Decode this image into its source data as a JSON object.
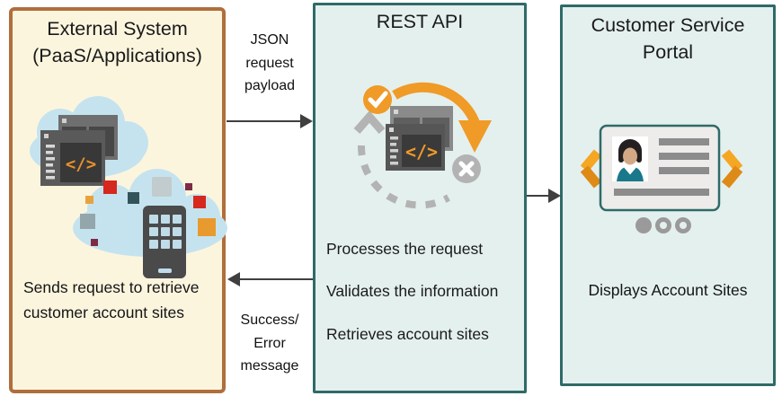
{
  "external_system": {
    "title": "External System (PaaS/Applications)",
    "description": "Sends request to retrieve customer account sites"
  },
  "rest_api": {
    "title": "REST API",
    "steps": [
      "Processes the request",
      "Validates the information",
      "Retrieves account sites"
    ]
  },
  "portal": {
    "title": "Customer Service Portal",
    "description": "Displays Account Sites"
  },
  "flows": {
    "request_label": "JSON request payload",
    "response_label": "Success/ Error message"
  },
  "palette": {
    "external_box_bg": "#FCF5DE",
    "external_box_border": "#B06E3C",
    "teal_box_bg": "#E4F0EE",
    "teal_box_border": "#2F6A68",
    "accent_orange": "#F09A28",
    "arrow_color": "#3F3F3F",
    "cloud_blue": "#C5E3EF",
    "icon_gray": "#B3B3B3"
  }
}
